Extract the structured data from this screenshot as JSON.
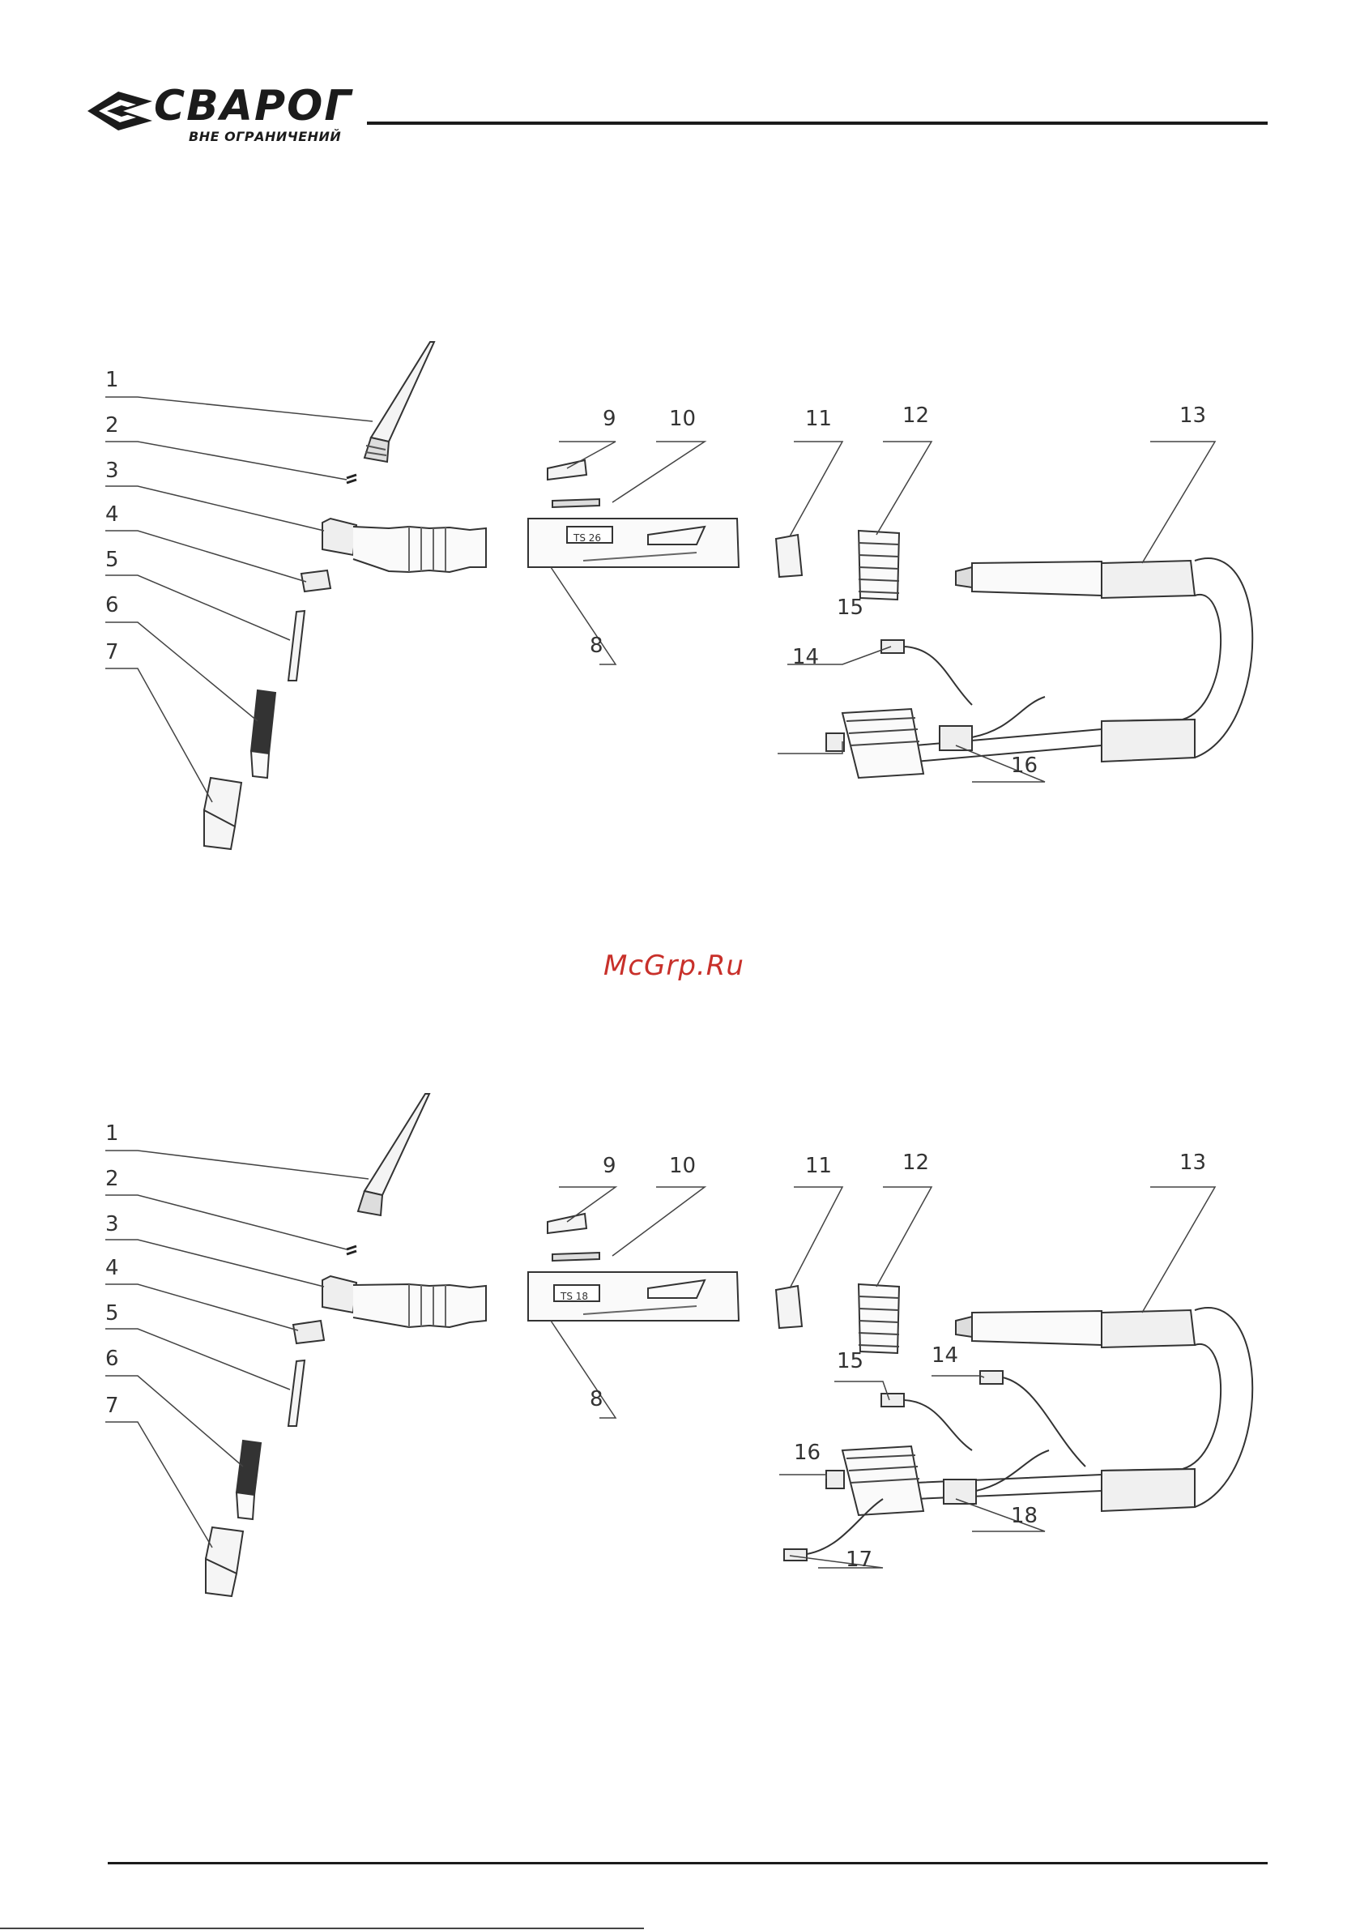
{
  "brand": {
    "name": "СВАРОГ",
    "tagline": "ВНЕ ОГРАНИЧЕНИЙ",
    "color": "#1b1b1b"
  },
  "watermark": {
    "text": "McGrp.Ru",
    "color": "#c8302a"
  },
  "diagrams": [
    {
      "callouts": [
        "1",
        "2",
        "3",
        "4",
        "5",
        "6",
        "7",
        "8",
        "9",
        "10",
        "11",
        "12",
        "13",
        "14",
        "15",
        "16"
      ],
      "handle_label": "TS 26"
    },
    {
      "callouts": [
        "1",
        "2",
        "3",
        "4",
        "5",
        "6",
        "7",
        "8",
        "9",
        "10",
        "11",
        "12",
        "13",
        "14",
        "15",
        "16",
        "17",
        "18"
      ],
      "handle_label": "TS 18"
    }
  ]
}
